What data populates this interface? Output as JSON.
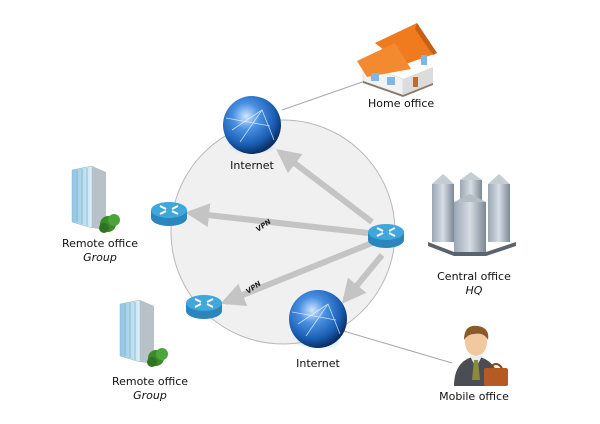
{
  "colors": {
    "circle_fill": "#f0f0f0",
    "circle_stroke": "#b8b8b8",
    "arrow": "#c4c4c4",
    "link_line": "#a8a8a8",
    "router_top": "#3fa7d9",
    "router_side": "#2a86bd",
    "globe": "#1a5fb4",
    "roof": "#f07a1e"
  },
  "nodes": {
    "home_office": {
      "label": "Home office",
      "icon": "house-icon"
    },
    "internet_top": {
      "label": "Internet",
      "icon": "globe-icon"
    },
    "internet_bottom": {
      "label": "Internet",
      "icon": "globe-icon"
    },
    "remote_office_1": {
      "label": "Remote office",
      "sublabel": "Group",
      "icon": "office-building-icon"
    },
    "remote_office_2": {
      "label": "Remote office",
      "sublabel": "Group",
      "icon": "office-building-icon"
    },
    "central_office": {
      "label": "Central office",
      "sublabel": "HQ",
      "icon": "skyscrapers-icon"
    },
    "mobile_office": {
      "label": "Mobile office",
      "icon": "businessman-icon"
    }
  },
  "routers": [
    {
      "id": "hq-router",
      "icon": "router-icon"
    },
    {
      "id": "remote-router-1",
      "icon": "router-icon"
    },
    {
      "id": "remote-router-2",
      "icon": "router-icon"
    }
  ],
  "connections": [
    {
      "from": "hq-router",
      "to": "internet_top",
      "type": "arrow",
      "label": ""
    },
    {
      "from": "hq-router",
      "to": "remote-router-1",
      "type": "arrow",
      "label": "VPN"
    },
    {
      "from": "hq-router",
      "to": "remote-router-2",
      "type": "arrow",
      "label": "VPN"
    },
    {
      "from": "hq-router",
      "to": "internet_bottom",
      "type": "arrow",
      "label": ""
    },
    {
      "from": "internet_top",
      "to": "home_office",
      "type": "line",
      "label": ""
    },
    {
      "from": "internet_bottom",
      "to": "mobile_office",
      "type": "line",
      "label": ""
    }
  ]
}
